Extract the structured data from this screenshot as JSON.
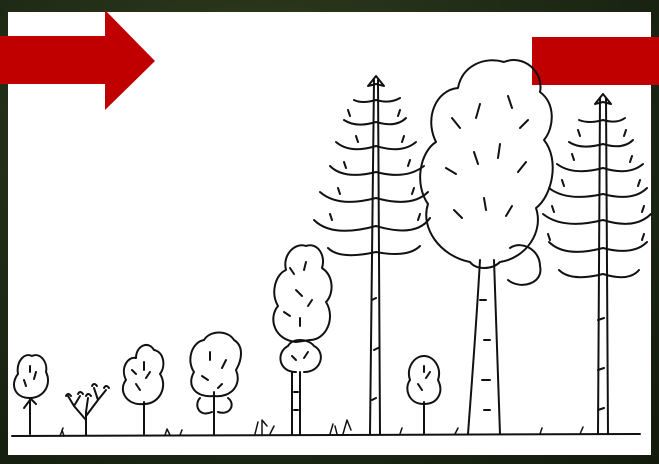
{
  "colors": {
    "background": "#1f2a16",
    "panel": "#ffffff",
    "ink": "#111111",
    "arrow": "#c00000"
  },
  "shapes": {
    "left": "arrow-right",
    "right": "block"
  },
  "illustration": {
    "subject": "tree-succession-sketch"
  }
}
